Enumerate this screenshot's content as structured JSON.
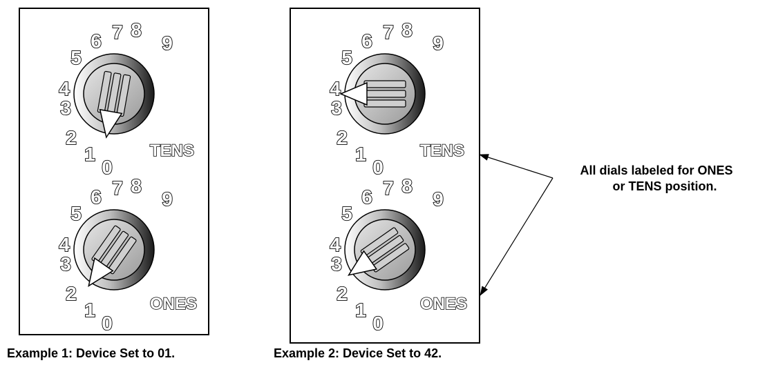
{
  "examples": [
    {
      "caption": "Example 1: Device Set to 01.",
      "dials": [
        {
          "label": "TENS",
          "setting": 0
        },
        {
          "label": "ONES",
          "setting": 1
        }
      ]
    },
    {
      "caption": "Example 2: Device Set to 42.",
      "dials": [
        {
          "label": "TENS",
          "setting": 4
        },
        {
          "label": "ONES",
          "setting": 2
        }
      ]
    }
  ],
  "digits": [
    "0",
    "1",
    "2",
    "3",
    "4",
    "5",
    "6",
    "7",
    "8",
    "9"
  ],
  "annotation": {
    "line1": "All dials labeled for ONES",
    "line2": "or TENS position."
  }
}
